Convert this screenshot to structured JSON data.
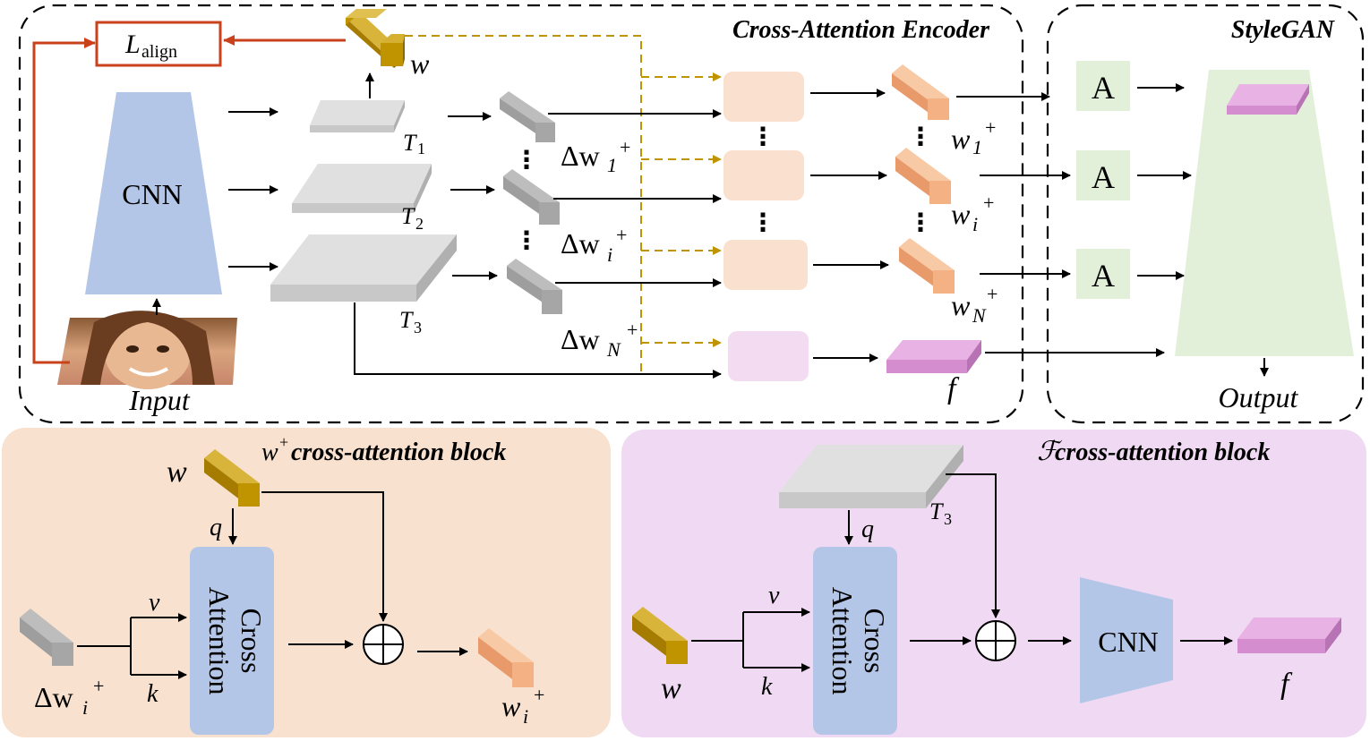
{
  "colors": {
    "cnn": "#b4c6e7",
    "ca_block": "#f9e0cf",
    "f_block": "#f3dcf1",
    "w_bar": "#bf9400",
    "wplus_bar": "#f4b183",
    "f_bar": "#e3a7df",
    "token": "#cccccc",
    "stylegan": "#e2f0d9",
    "loss": "#c9421c",
    "dash": "#bf9400",
    "panel_left": "#f8e1cf",
    "panel_right": "#f0d9f2"
  },
  "encoder": {
    "title": "Cross-Attention Encoder",
    "cnn_label": "CNN",
    "input_label": "Input",
    "loss_symbol": "L",
    "loss_subscript": "align",
    "w_label": "w",
    "t1": {
      "base": "T",
      "sub": "1"
    },
    "t2": {
      "base": "T",
      "sub": "2"
    },
    "t3": {
      "base": "T",
      "sub": "3"
    },
    "dw1": {
      "base": "Δw",
      "sub": "1",
      "sup": "+"
    },
    "dwi": {
      "base": "Δw",
      "sub": "i",
      "sup": "+"
    },
    "dwN": {
      "base": "Δw",
      "sub": "N",
      "sup": "+"
    },
    "w1": {
      "base": "w",
      "sub": "1",
      "sup": "+"
    },
    "wi": {
      "base": "w",
      "sub": "i",
      "sup": "+"
    },
    "wN": {
      "base": "w",
      "sub": "N",
      "sup": "+"
    },
    "f_label": "f",
    "dots": "⋮"
  },
  "stylegan": {
    "title": "StyleGAN",
    "a1": "A",
    "a2": "A",
    "a3": "A",
    "output_label": "Output"
  },
  "wplus_block": {
    "title_script": "w",
    "title_sup": "+",
    "title_rest": " cross-attention block",
    "w_label": "w",
    "q_label": "q",
    "v_label": "v",
    "k_label": "k",
    "ca_line1": "Cross",
    "ca_line2": "Attention",
    "in": {
      "base": "Δw",
      "sub": "i",
      "sup": "+"
    },
    "out": {
      "base": "w",
      "sub": "i",
      "sup": "+"
    },
    "plus": "+"
  },
  "f_block": {
    "title_script": "ℱ",
    "title_rest": " cross-attention block",
    "t3": {
      "base": "T",
      "sub": "3"
    },
    "q_label": "q",
    "v_label": "v",
    "k_label": "k",
    "w_label": "w",
    "ca_line1": "Cross",
    "ca_line2": "Attention",
    "cnn_label": "CNN",
    "f_label": "f",
    "plus": "+"
  }
}
